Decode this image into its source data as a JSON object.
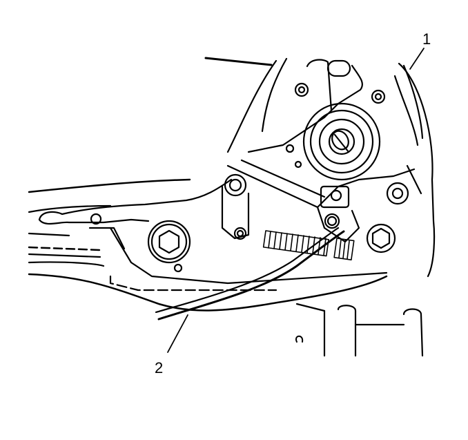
{
  "diagram": {
    "type": "technical-line-illustration",
    "subject": "rear suspension knuckle with park brake cable and actuator lever",
    "line_color": "#000000",
    "background": "#ffffff",
    "callouts": [
      {
        "id": "1",
        "label": "1",
        "target": "park brake lever / backing plate edge"
      },
      {
        "id": "2",
        "label": "2",
        "target": "park brake cable"
      }
    ]
  }
}
